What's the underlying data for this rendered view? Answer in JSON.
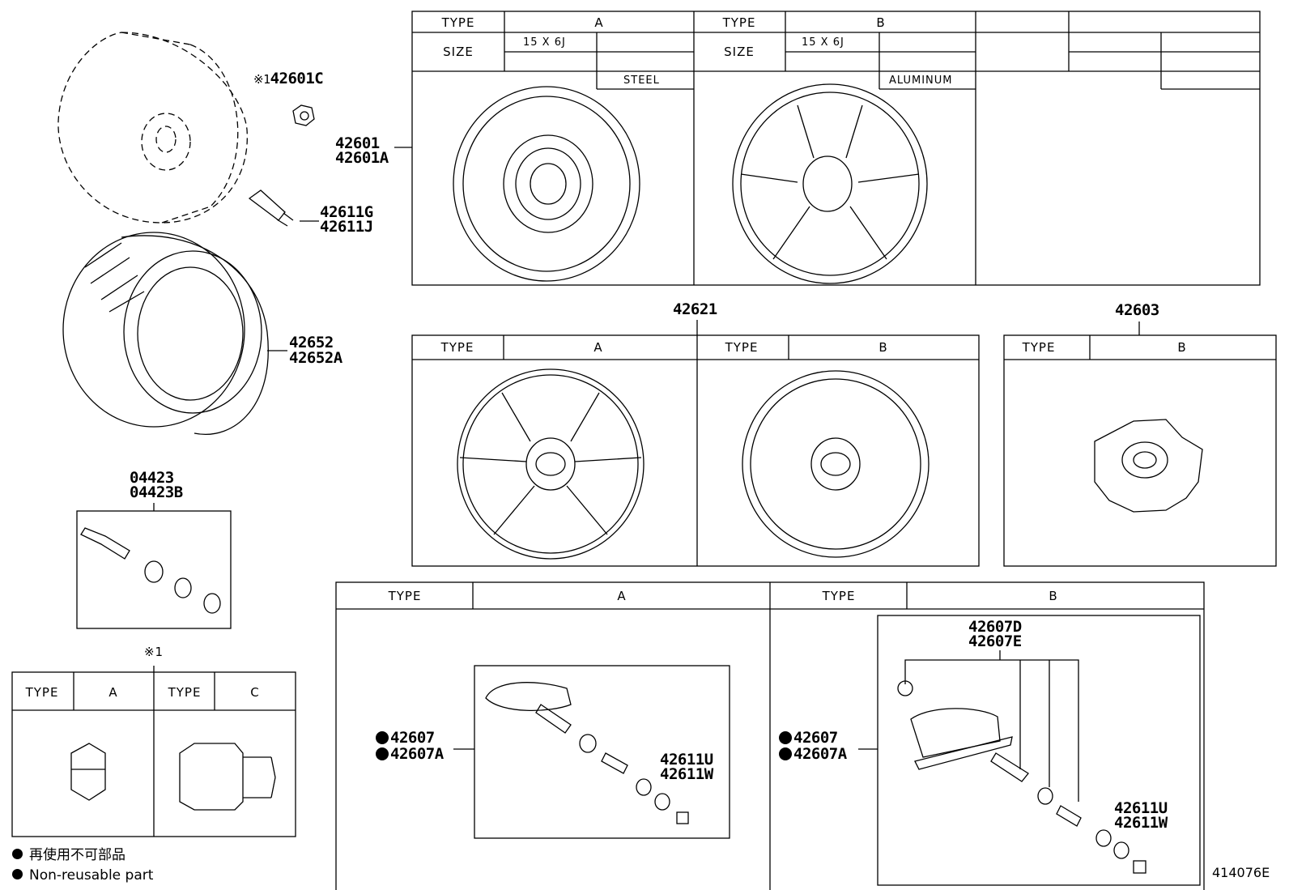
{
  "top_table": {
    "type_header": "TYPE",
    "size_header": "SIZE",
    "col_a": "A",
    "col_b": "B",
    "size_a": "15 X 6J",
    "size_b": "15 X 6J",
    "material_a": "STEEL",
    "material_b": "ALUMINUM"
  },
  "parts": {
    "nut_mark": "※1",
    "nut": "42601C",
    "wheel": [
      "42601",
      "42601A"
    ],
    "valve": [
      "42611G",
      "42611J"
    ],
    "tire": [
      "42652",
      "42652A"
    ],
    "valve_kit": [
      "04423",
      "04423B"
    ],
    "wheel_cap": "42621",
    "center_cap": "42603",
    "sensor_a": [
      "42607",
      "42607A"
    ],
    "sensor_a_valve": [
      "42611U",
      "42611W"
    ],
    "sensor_b": [
      "42607",
      "42607A"
    ],
    "sensor_b_sub": [
      "42607D",
      "42607E"
    ],
    "sensor_b_valve": [
      "42611U",
      "42611W"
    ]
  },
  "cap_table": {
    "type_header": "TYPE",
    "col_a": "A",
    "col_b": "B"
  },
  "center_table": {
    "type_header": "TYPE",
    "col_b": "B"
  },
  "nut_table": {
    "note": "※1",
    "type_header": "TYPE",
    "col_a": "A",
    "col_c": "C"
  },
  "sensor_table": {
    "type_header": "TYPE",
    "col_a": "A",
    "col_b": "B"
  },
  "legend": {
    "jp": "再使用不可部品",
    "en": "Non-reusable part"
  },
  "diagram_id": "414076E"
}
